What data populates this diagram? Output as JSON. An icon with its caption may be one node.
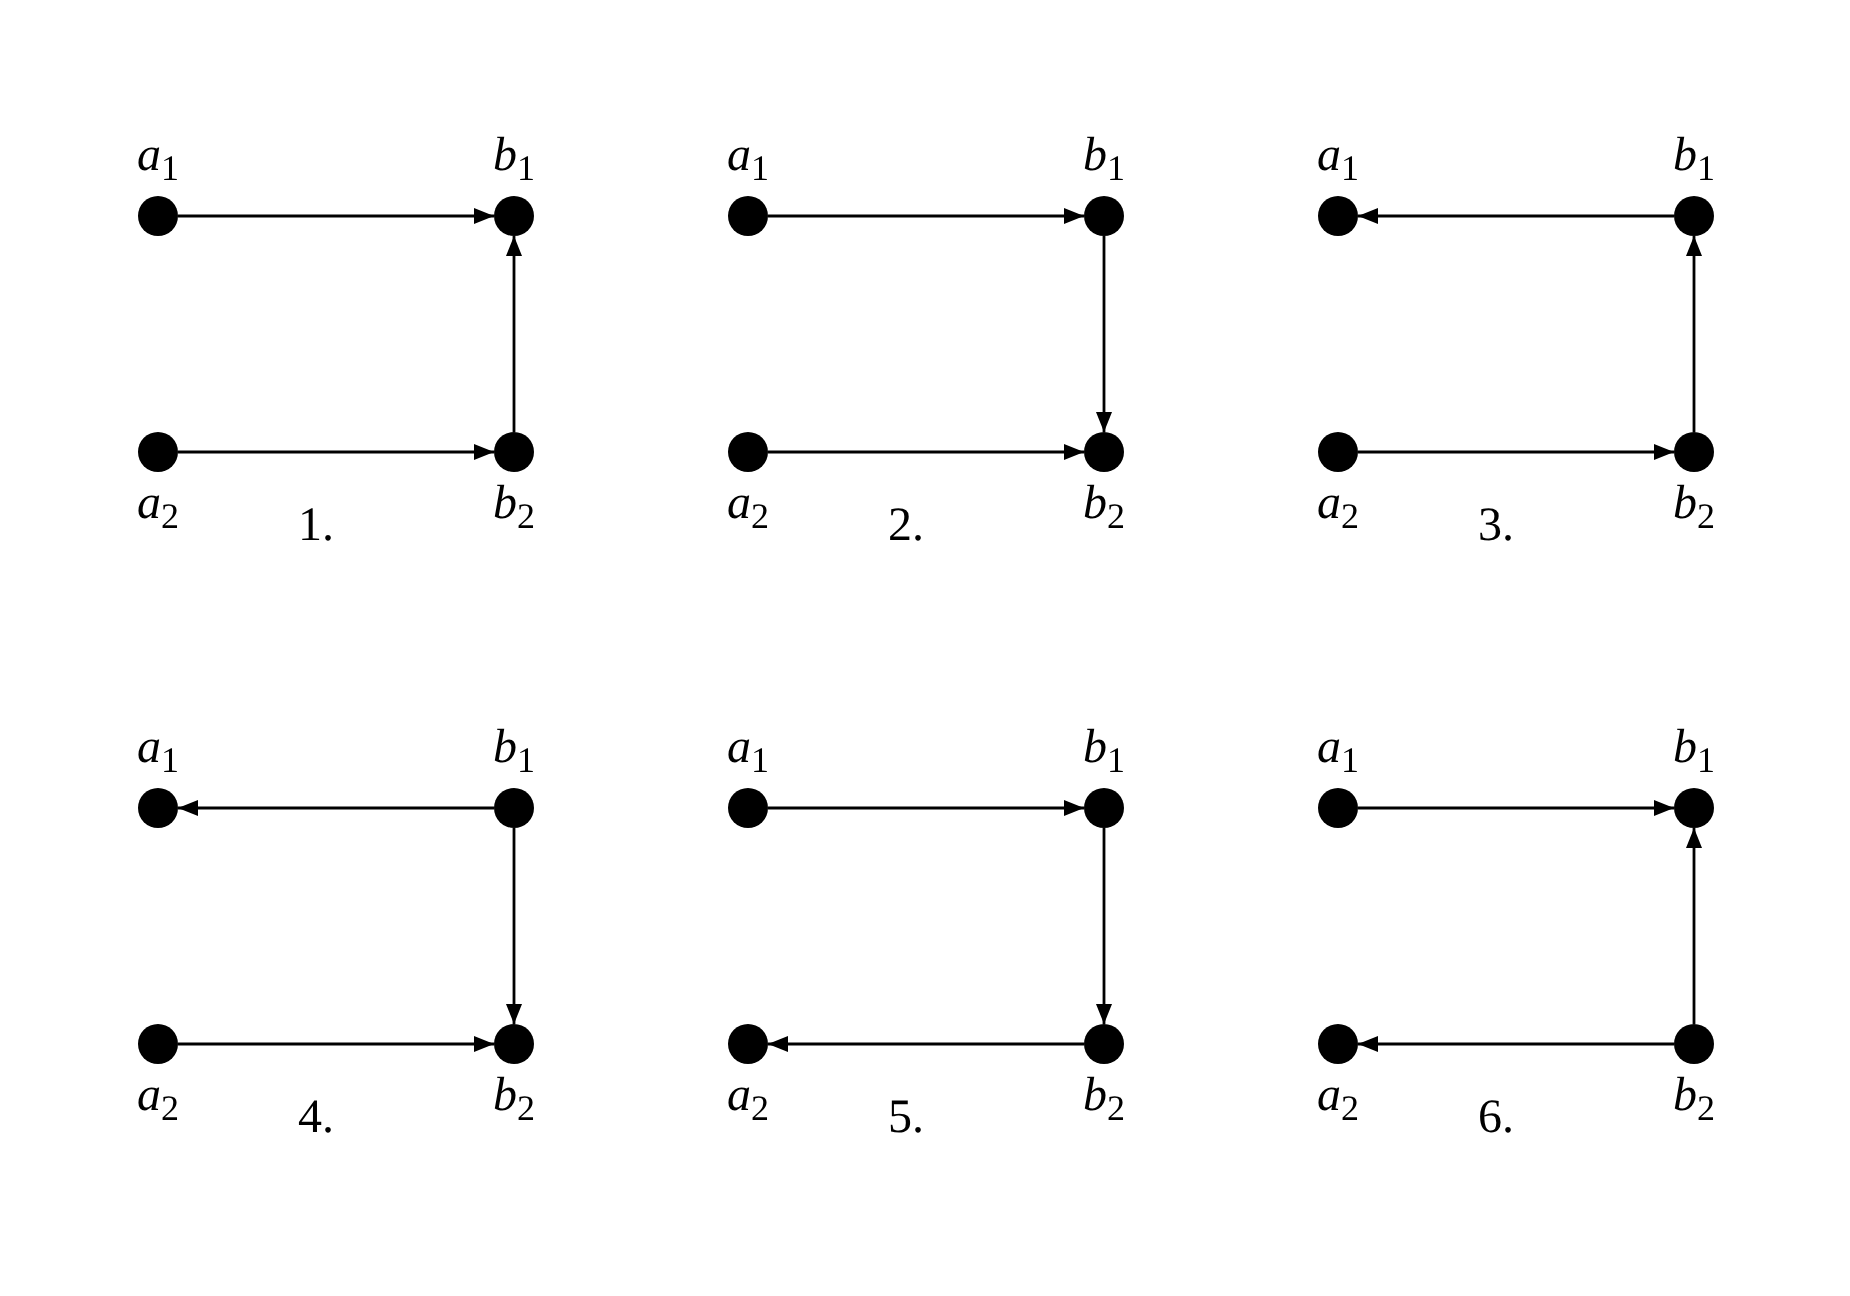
{
  "diagram": {
    "nodes": [
      {
        "text": [],
        "shape": "circle",
        "beside": [
          "*a*$_{1}$"
        ]
      },
      {
        "text": [],
        "shape": "circle",
        "beside": [
          "*b*$_{1}$"
        ]
      },
      {
        "text": [],
        "shape": "circle",
        "beside": [
          "*a*$_{2}$"
        ]
      },
      {
        "text": [],
        "shape": "circle",
        "beside": [
          "*b*$_{2}$"
        ]
      },
      {
        "text": [],
        "shape": "circle",
        "beside": [
          "*a*$_{1}$"
        ]
      },
      {
        "text": [],
        "shape": "circle",
        "beside": [
          "*b*$_{1}$"
        ]
      },
      {
        "text": [],
        "shape": "circle",
        "beside": [
          "*a*$_{2}$"
        ]
      },
      {
        "text": [],
        "shape": "circle",
        "beside": [
          "*b*$_{2}$"
        ]
      },
      {
        "text": [],
        "shape": "circle",
        "beside": [
          "*a*$_{1}$"
        ]
      },
      {
        "text": [],
        "shape": "circle",
        "beside": [
          "*b*$_{1}$"
        ]
      },
      {
        "text": [],
        "shape": "circle",
        "beside": [
          "*a*$_{2}$"
        ]
      },
      {
        "text": [],
        "shape": "circle",
        "beside": [
          "*b*$_{2}$"
        ]
      },
      {
        "text": [],
        "shape": "circle",
        "beside": [
          "*a*$_{1}$"
        ]
      },
      {
        "text": [],
        "shape": "circle",
        "beside": [
          "*b*$_{1}$"
        ]
      },
      {
        "text": [],
        "shape": "circle",
        "beside": [
          "*a*$_{2}$"
        ]
      },
      {
        "text": [],
        "shape": "circle",
        "beside": [
          "*b*$_{2}$"
        ]
      },
      {
        "text": [],
        "shape": "circle",
        "beside": [
          "*a*$_{1}$"
        ]
      },
      {
        "text": [],
        "shape": "circle",
        "beside": [
          "*b*$_{1}$"
        ]
      },
      {
        "text": [],
        "shape": "circle",
        "beside": [
          "*a*$_{2}$"
        ]
      },
      {
        "text": [],
        "shape": "circle",
        "beside": [
          "*b*$_{2}$"
        ]
      },
      {
        "text": [],
        "shape": "circle",
        "beside": [
          "*a*$_{1}$"
        ]
      },
      {
        "text": [],
        "shape": "circle",
        "beside": [
          "*b*$_{1}$"
        ]
      },
      {
        "text": [],
        "shape": "circle",
        "beside": [
          "*a*$_{2}$"
        ]
      },
      {
        "text": [],
        "shape": "circle",
        "beside": [
          "*b*$_{2}$"
        ]
      }
    ],
    "edges": [
      {
        "from": 0,
        "to": 1,
        "arrow": "to"
      },
      {
        "from": 3,
        "to": 1,
        "arrow": "to"
      },
      {
        "from": 2,
        "to": 3,
        "arrow": "to"
      },
      {
        "from": 4,
        "to": 5,
        "arrow": "to"
      },
      {
        "from": 5,
        "to": 7,
        "arrow": "to"
      },
      {
        "from": 6,
        "to": 7,
        "arrow": "to"
      },
      {
        "from": 9,
        "to": 8,
        "arrow": "to"
      },
      {
        "from": 11,
        "to": 9,
        "arrow": "to"
      },
      {
        "from": 10,
        "to": 11,
        "arrow": "to"
      },
      {
        "from": 13,
        "to": 12,
        "arrow": "to"
      },
      {
        "from": 13,
        "to": 15,
        "arrow": "to"
      },
      {
        "from": 14,
        "to": 15,
        "arrow": "to"
      },
      {
        "from": 16,
        "to": 17,
        "arrow": "to"
      },
      {
        "from": 17,
        "to": 19,
        "arrow": "to"
      },
      {
        "from": 19,
        "to": 18,
        "arrow": "to"
      },
      {
        "from": 20,
        "to": 21,
        "arrow": "to"
      },
      {
        "from": 23,
        "to": 21,
        "arrow": "to"
      },
      {
        "from": 23,
        "to": 22,
        "arrow": "to"
      }
    ],
    "labels": [
      "1.",
      "2.",
      "3.",
      "4.",
      "5.",
      "6."
    ]
  }
}
